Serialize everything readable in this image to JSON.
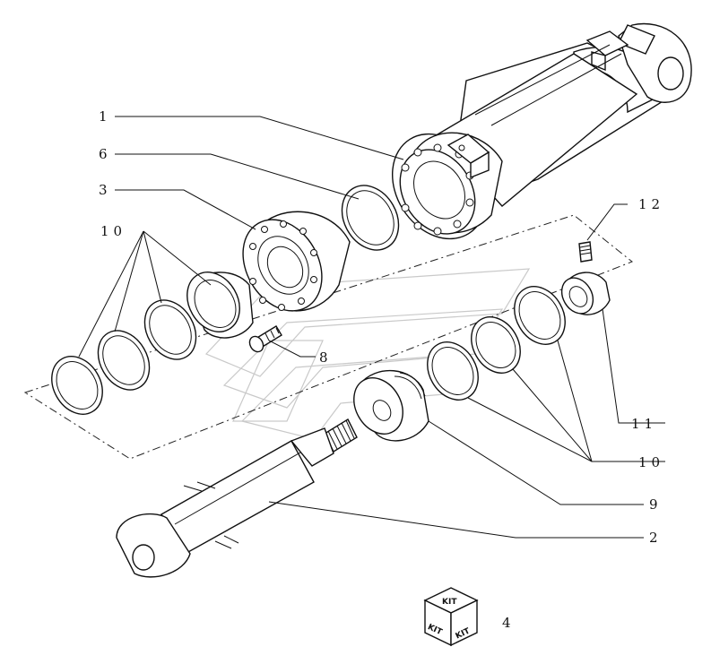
{
  "diagram": {
    "callouts": [
      {
        "id": "1",
        "text": "1"
      },
      {
        "id": "6",
        "text": "6"
      },
      {
        "id": "3",
        "text": "3"
      },
      {
        "id": "10a",
        "text": "10"
      },
      {
        "id": "12",
        "text": "12"
      },
      {
        "id": "8",
        "text": "8"
      },
      {
        "id": "11",
        "text": "11"
      },
      {
        "id": "10b",
        "text": "10"
      },
      {
        "id": "9",
        "text": "9"
      },
      {
        "id": "2",
        "text": "2"
      },
      {
        "id": "4",
        "text": "4"
      }
    ],
    "kit_badge": {
      "top": "KIT",
      "left": "KIT",
      "right": "KIT"
    }
  }
}
